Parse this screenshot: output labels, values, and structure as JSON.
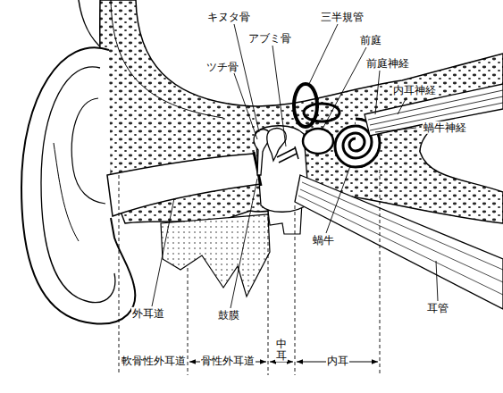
{
  "diagram": {
    "labels": [
      "キヌタ骨",
      "三半規管",
      "前庭",
      "アブミ骨",
      "前庭神経",
      "ツチ骨",
      "内耳神経",
      "蝸牛神経",
      "蝸牛",
      "耳管",
      "外耳道",
      "鼓膜",
      "中耳",
      "軟骨性外耳道",
      "骨性外耳道",
      "内耳"
    ]
  }
}
